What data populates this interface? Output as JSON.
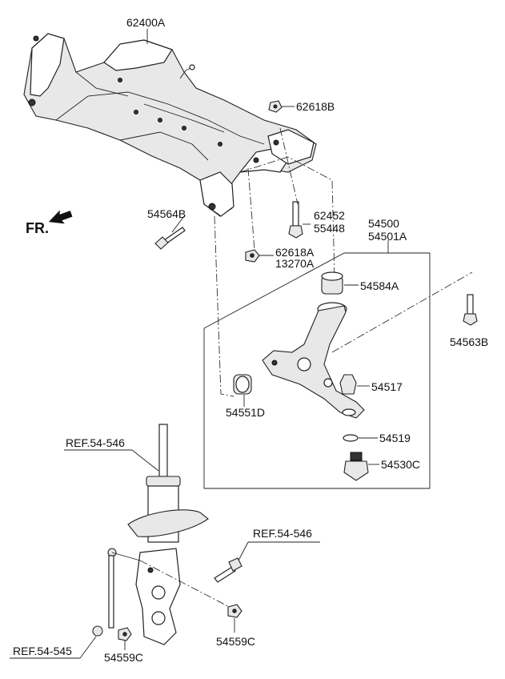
{
  "labels": {
    "p62400A": "62400A",
    "p62618B": "62618B",
    "p54564B": "54564B",
    "p62452": "62452",
    "p55448": "55448",
    "p54500": "54500",
    "p54501A": "54501A",
    "p62618A": "62618A",
    "p13270A": "13270A",
    "p54584A": "54584A",
    "p54563B": "54563B",
    "p54517": "54517",
    "p54551D": "54551D",
    "p54519": "54519",
    "p54530C": "54530C",
    "ref546a": "REF.54-546",
    "ref546b": "REF.54-546",
    "ref545": "REF.54-545",
    "p54559C_a": "54559C",
    "p54559C_b": "54559C",
    "fr": "FR."
  },
  "icons": {
    "front_arrow": "front-direction-arrow-icon"
  }
}
